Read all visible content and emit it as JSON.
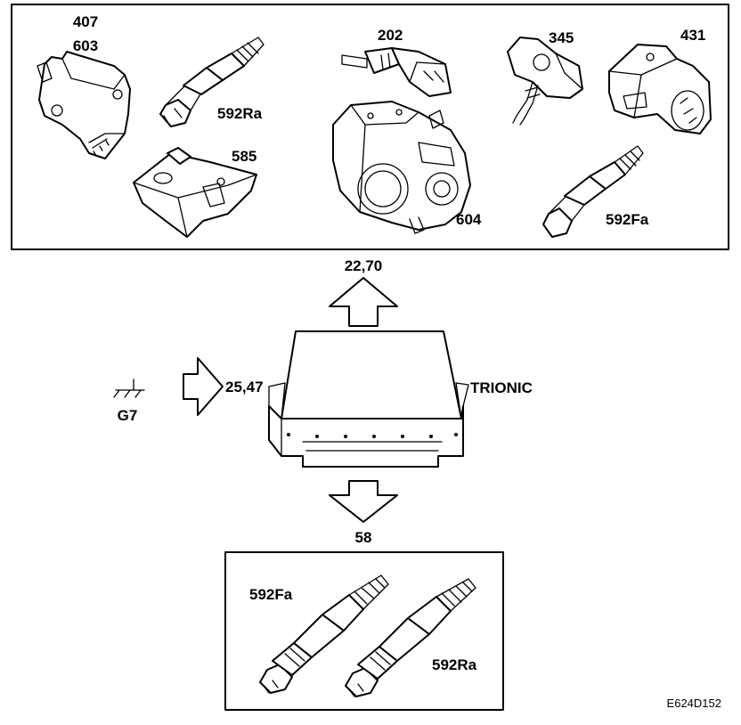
{
  "diagram": {
    "components_top": {
      "map_sensor_label_1": "407",
      "map_sensor_label_2": "603",
      "rear_oxygen_sensor_label": "592Ra",
      "pressure_sensor_label": "585",
      "temp_sensor_label": "202",
      "throttle_body_label": "604",
      "crank_sensor_label": "345",
      "cam_sensor_label": "431",
      "front_oxygen_sensor_label": "592Fa"
    },
    "ecu": {
      "name": "TRIONIC",
      "output_top": "22,70",
      "input_left": "25,47",
      "output_bottom": "58"
    },
    "ground": {
      "label": "G7"
    },
    "components_bottom": {
      "front_oxygen_sensor_label": "592Fa",
      "rear_oxygen_sensor_label": "592Ra"
    },
    "reference_code": "E624D152"
  }
}
